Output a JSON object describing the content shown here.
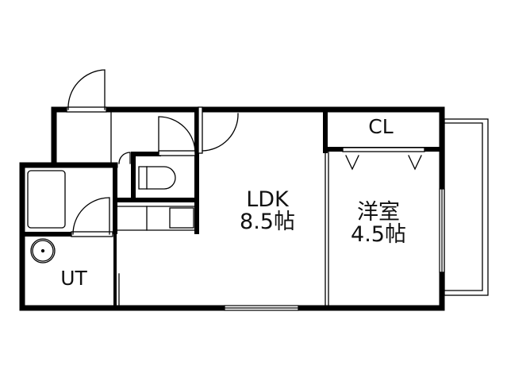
{
  "floorplan": {
    "rooms": {
      "ldk": {
        "name": "LDK",
        "size": "8.5帖"
      },
      "western_room": {
        "name": "洋室",
        "size": "4.5帖"
      },
      "closet": {
        "name": "CL"
      },
      "utility": {
        "name": "UT"
      }
    },
    "colors": {
      "wall": "#000000",
      "background": "#ffffff",
      "fixture_line": "#111111"
    }
  }
}
